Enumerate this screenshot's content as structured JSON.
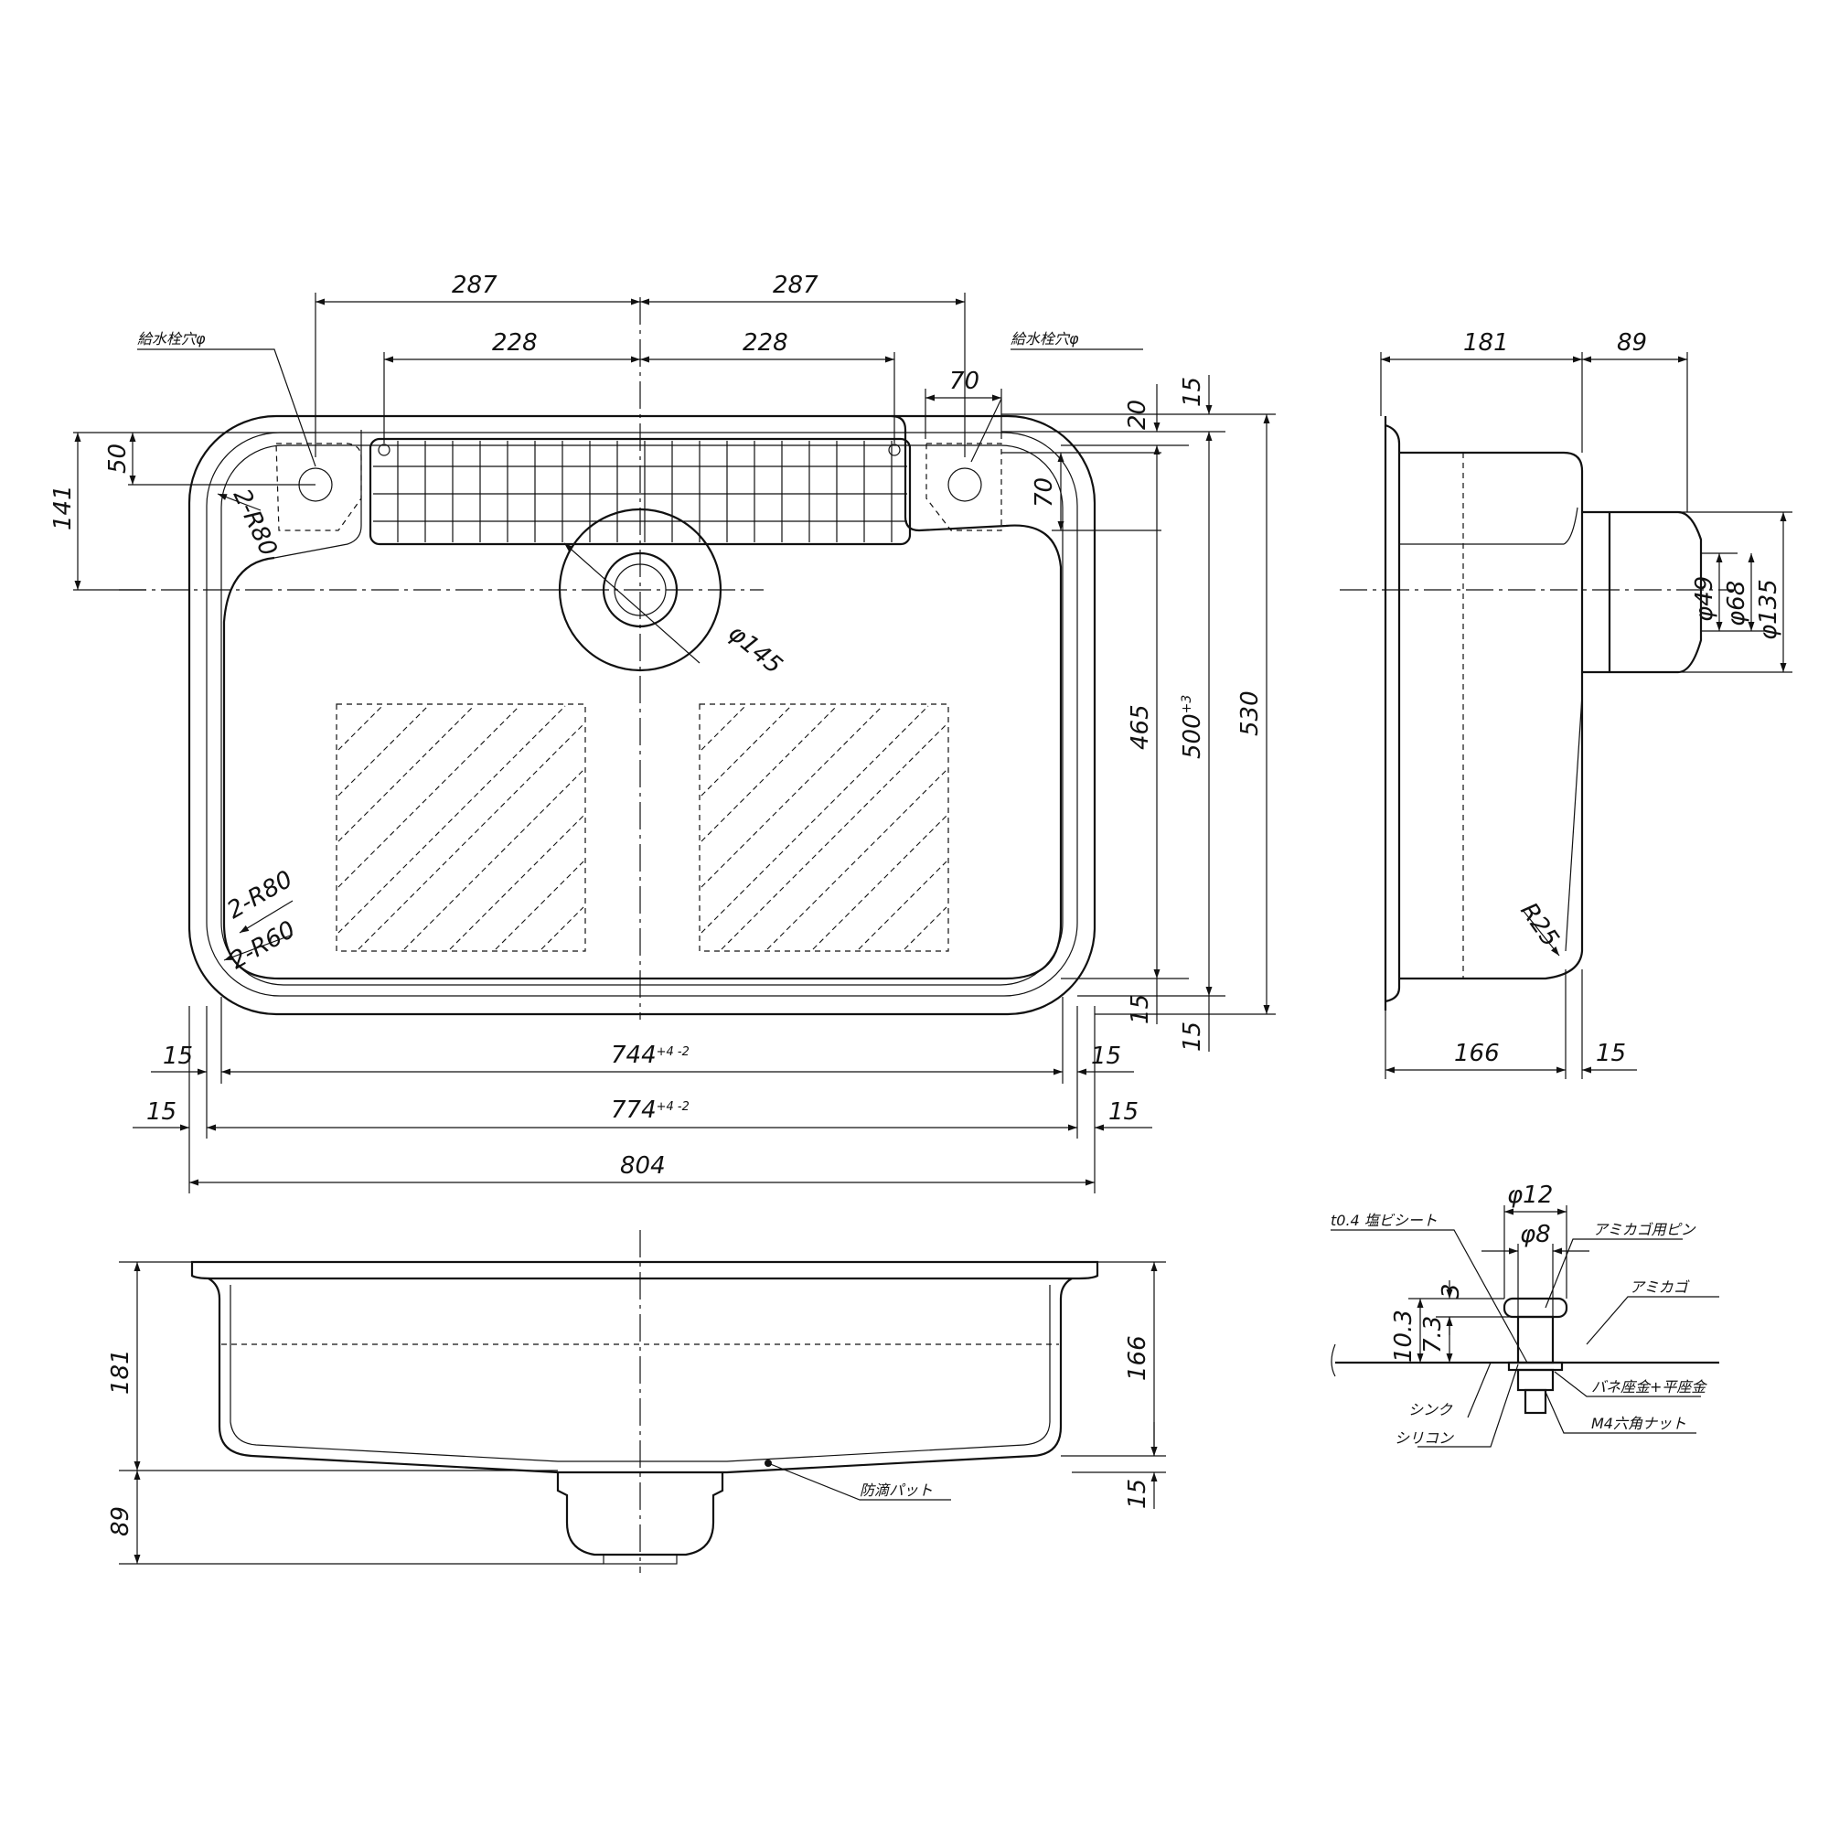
{
  "plan_view": {
    "dims": {
      "d287_left": "287",
      "d287_right": "287",
      "d228_left": "228",
      "d228_right": "228",
      "d70_top": "70",
      "d20": "20",
      "d15_top": "15",
      "d50": "50",
      "d141": "141",
      "d70_right": "70",
      "d465": "465",
      "d500": "500",
      "d500_tol": "+3",
      "d530": "530",
      "d15_b1": "15",
      "d15_b2": "15",
      "d744": "744",
      "d744_tol": "+4 -2",
      "d774": "774",
      "d774_tol": "+4 -2",
      "d804": "804",
      "d15_l1": "15",
      "d15_r1": "15",
      "d15_l2": "15",
      "d15_r2": "15",
      "r80_top": "2-R80",
      "r80_bottom": "2-R80",
      "r60": "2-R60",
      "phi145": "φ145"
    },
    "labels": {
      "faucet_hole_left": "給水栓穴φ",
      "faucet_hole_right": "給水栓穴φ"
    }
  },
  "side_view": {
    "dims": {
      "d181": "181",
      "d89": "89",
      "d166": "166",
      "d15": "15",
      "phi49": "φ49",
      "phi68": "φ68",
      "phi135": "φ135",
      "r25": "R25"
    }
  },
  "front_view": {
    "dims": {
      "d181": "181",
      "d89": "89",
      "d166": "166",
      "d15": "15"
    },
    "labels": {
      "pad": "防滴パット"
    }
  },
  "detail_view": {
    "dims": {
      "phi12": "φ12",
      "phi8": "φ8",
      "d3": "3",
      "d10_3": "10.3",
      "d7_3": "7.3"
    },
    "labels": {
      "sheet": "t0.4 塩ビシート",
      "pin": "アミカゴ用ピン",
      "basket": "アミカゴ",
      "sink": "シンク",
      "silicone": "シリコン",
      "washer": "バネ座金+平座金",
      "nut": "M4六角ナット"
    }
  }
}
